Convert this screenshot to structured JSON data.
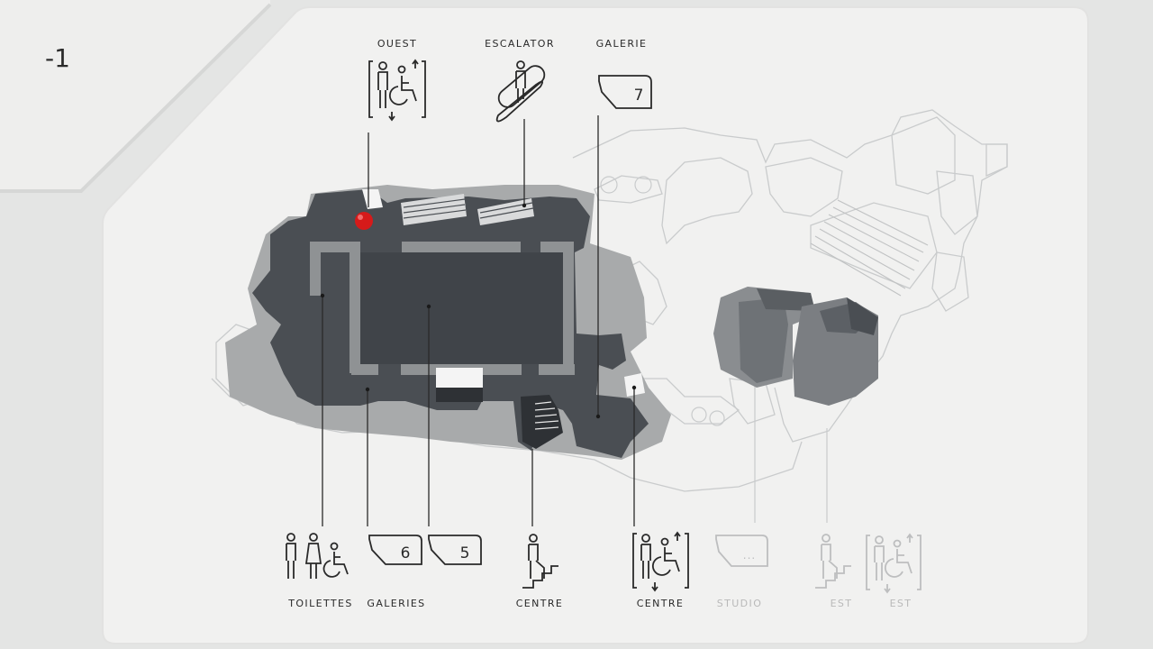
{
  "floor_label": "-1",
  "top_labels": {
    "ouest": "OUEST",
    "escalator": "ESCALATOR",
    "galerie": "GALERIE"
  },
  "gallery_numbers": {
    "top": "7",
    "bottom_left": "6",
    "bottom_right": "5",
    "studio": "..."
  },
  "bottom_labels": {
    "toilettes": "TOILETTES",
    "galeries": "GALERIES",
    "centre_stairs": "CENTRE",
    "centre_lift": "CENTRE",
    "studio": "STUDIO",
    "est_stairs": "EST",
    "est_lift": "EST"
  },
  "colors": {
    "wall": "#e4e5e4",
    "panel": "#f1f1f0",
    "dark_zone": "#4a4e53",
    "mid_zone": "#a8aaab",
    "line": "#c5c7c8",
    "ink": "#2a2a2a",
    "marker": "#d61a1a"
  }
}
